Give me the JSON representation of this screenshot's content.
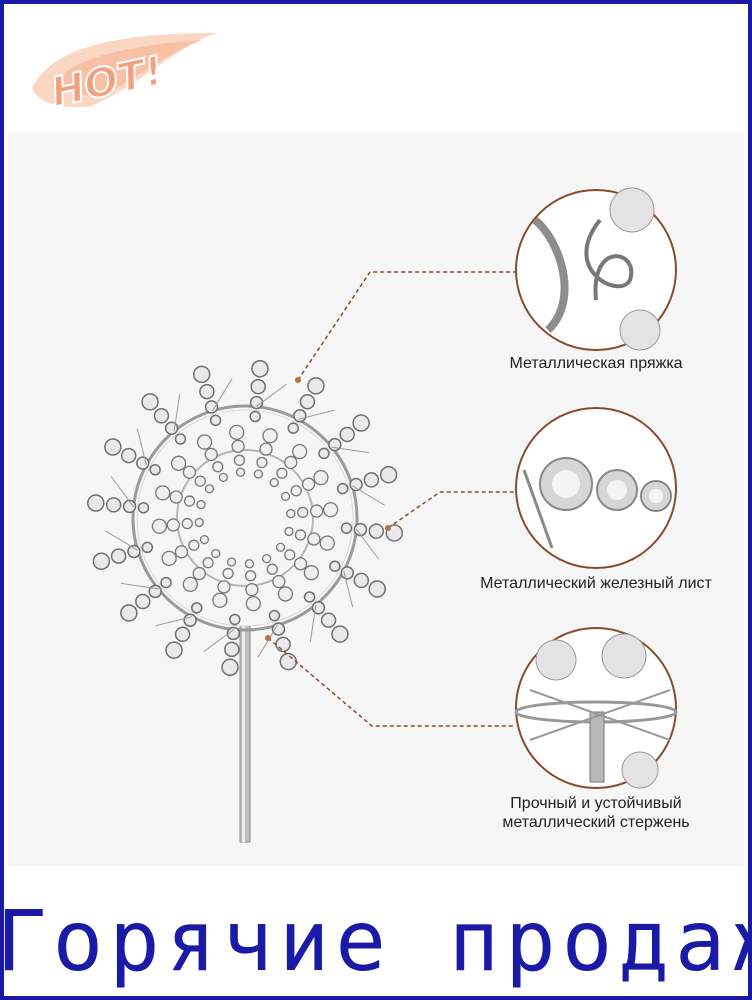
{
  "badge": {
    "text": "HOT!",
    "color": "#f3a07e"
  },
  "callouts": [
    {
      "label": "Металлическая пряжка"
    },
    {
      "label": "Металлический железный лист"
    },
    {
      "label_line1": "Прочный и устойчивый",
      "label_line2": "металлический стержень"
    }
  ],
  "banner": {
    "text": "Горячие продажи"
  },
  "colors": {
    "frame": "#1a1aa6",
    "leader": "#8a4b2a",
    "banner": "#1a1aa6"
  }
}
